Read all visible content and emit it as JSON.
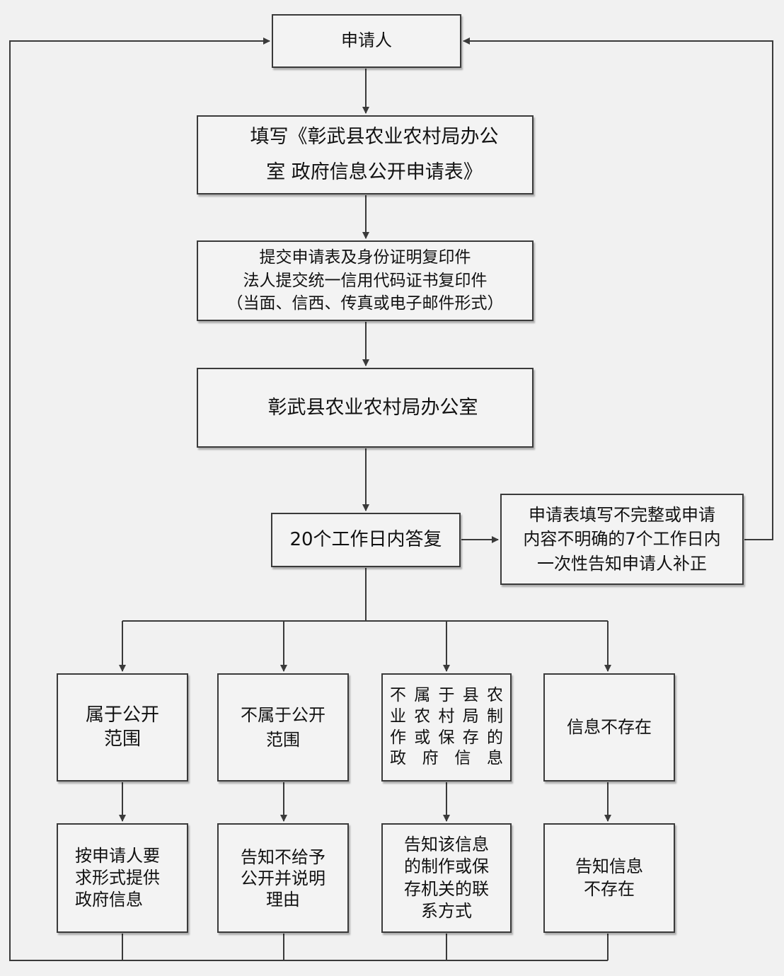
{
  "nodes": {
    "applicant": "申请人",
    "fill_form": "填写《彰武县农业农村局办公\n室  政府信息公开申请表》",
    "submit": "提交申请表及身份证明复印件\n法人提交统一信用代码证书复印件\n（当面、信西、传真或电子邮件形式）",
    "office": "彰武县农业农村局办公室",
    "reply": "20个工作日内答复",
    "supplement": "申请表填写不完整或申请\n内容不明确的7个工作日内\n一次性告知申请人补正",
    "public": "属于公开\n范围",
    "non_public": "不属于公开\n范围",
    "not_ours": "不属于县农\n业农村局制\n作或保存的\n政府信息",
    "not_exist": "信息不存在",
    "provide": "按申请人要\n求形式提供\n政府信息",
    "refuse": "告知不给予\n公开并说明\n理由",
    "contact": "告知该信息\n的制作或保\n存机关的联\n系方式",
    "inform_not_exist": "告知信息\n不存在"
  },
  "colors": {
    "background": "#f1f1f1",
    "box_fill": "#f3f3f3",
    "box_border": "#3a3a3a",
    "line": "#3a3a3a"
  }
}
